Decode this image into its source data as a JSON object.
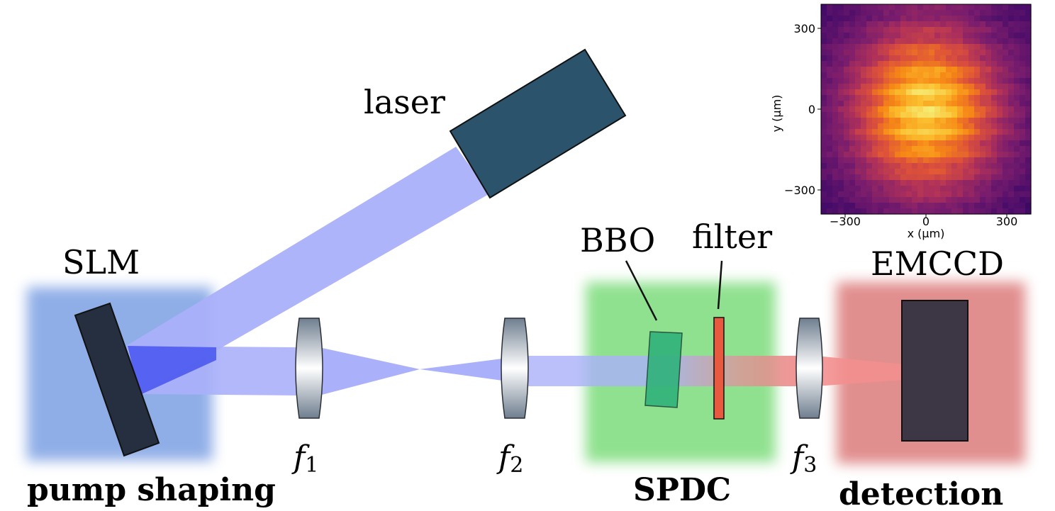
{
  "labels": {
    "laser": "laser",
    "slm": "SLM",
    "bbo": "BBO",
    "filter": "filter",
    "emccd": "EMCCD",
    "f1": "f",
    "f1_sub": "1",
    "f2": "f",
    "f2_sub": "2",
    "f3": "f",
    "f3_sub": "3"
  },
  "sections": {
    "pump_shaping": "pump shaping",
    "spdc": "SPDC",
    "detection": "detection"
  },
  "colors": {
    "pump_beam": "#aab0fa",
    "pump_beam_slm": "#3a48ee",
    "spdc_beam": "#f38f8f",
    "pump_box": "#8aaae6",
    "spdc_box": "#8ae08a",
    "detect_box": "#e08888",
    "laser_body": "#2b536b",
    "slm_body": "#262f3f",
    "emccd_body": "#3d3645",
    "bbo_crystal": "#2fb27a",
    "filter_plate": "#e85a40"
  },
  "inset": {
    "xlabel": "x (μm)",
    "ylabel": "y (μm)",
    "xticks": [
      "−300",
      "0",
      "300"
    ],
    "yticks": [
      "300",
      "0",
      "−300"
    ],
    "colormap": "inferno"
  }
}
